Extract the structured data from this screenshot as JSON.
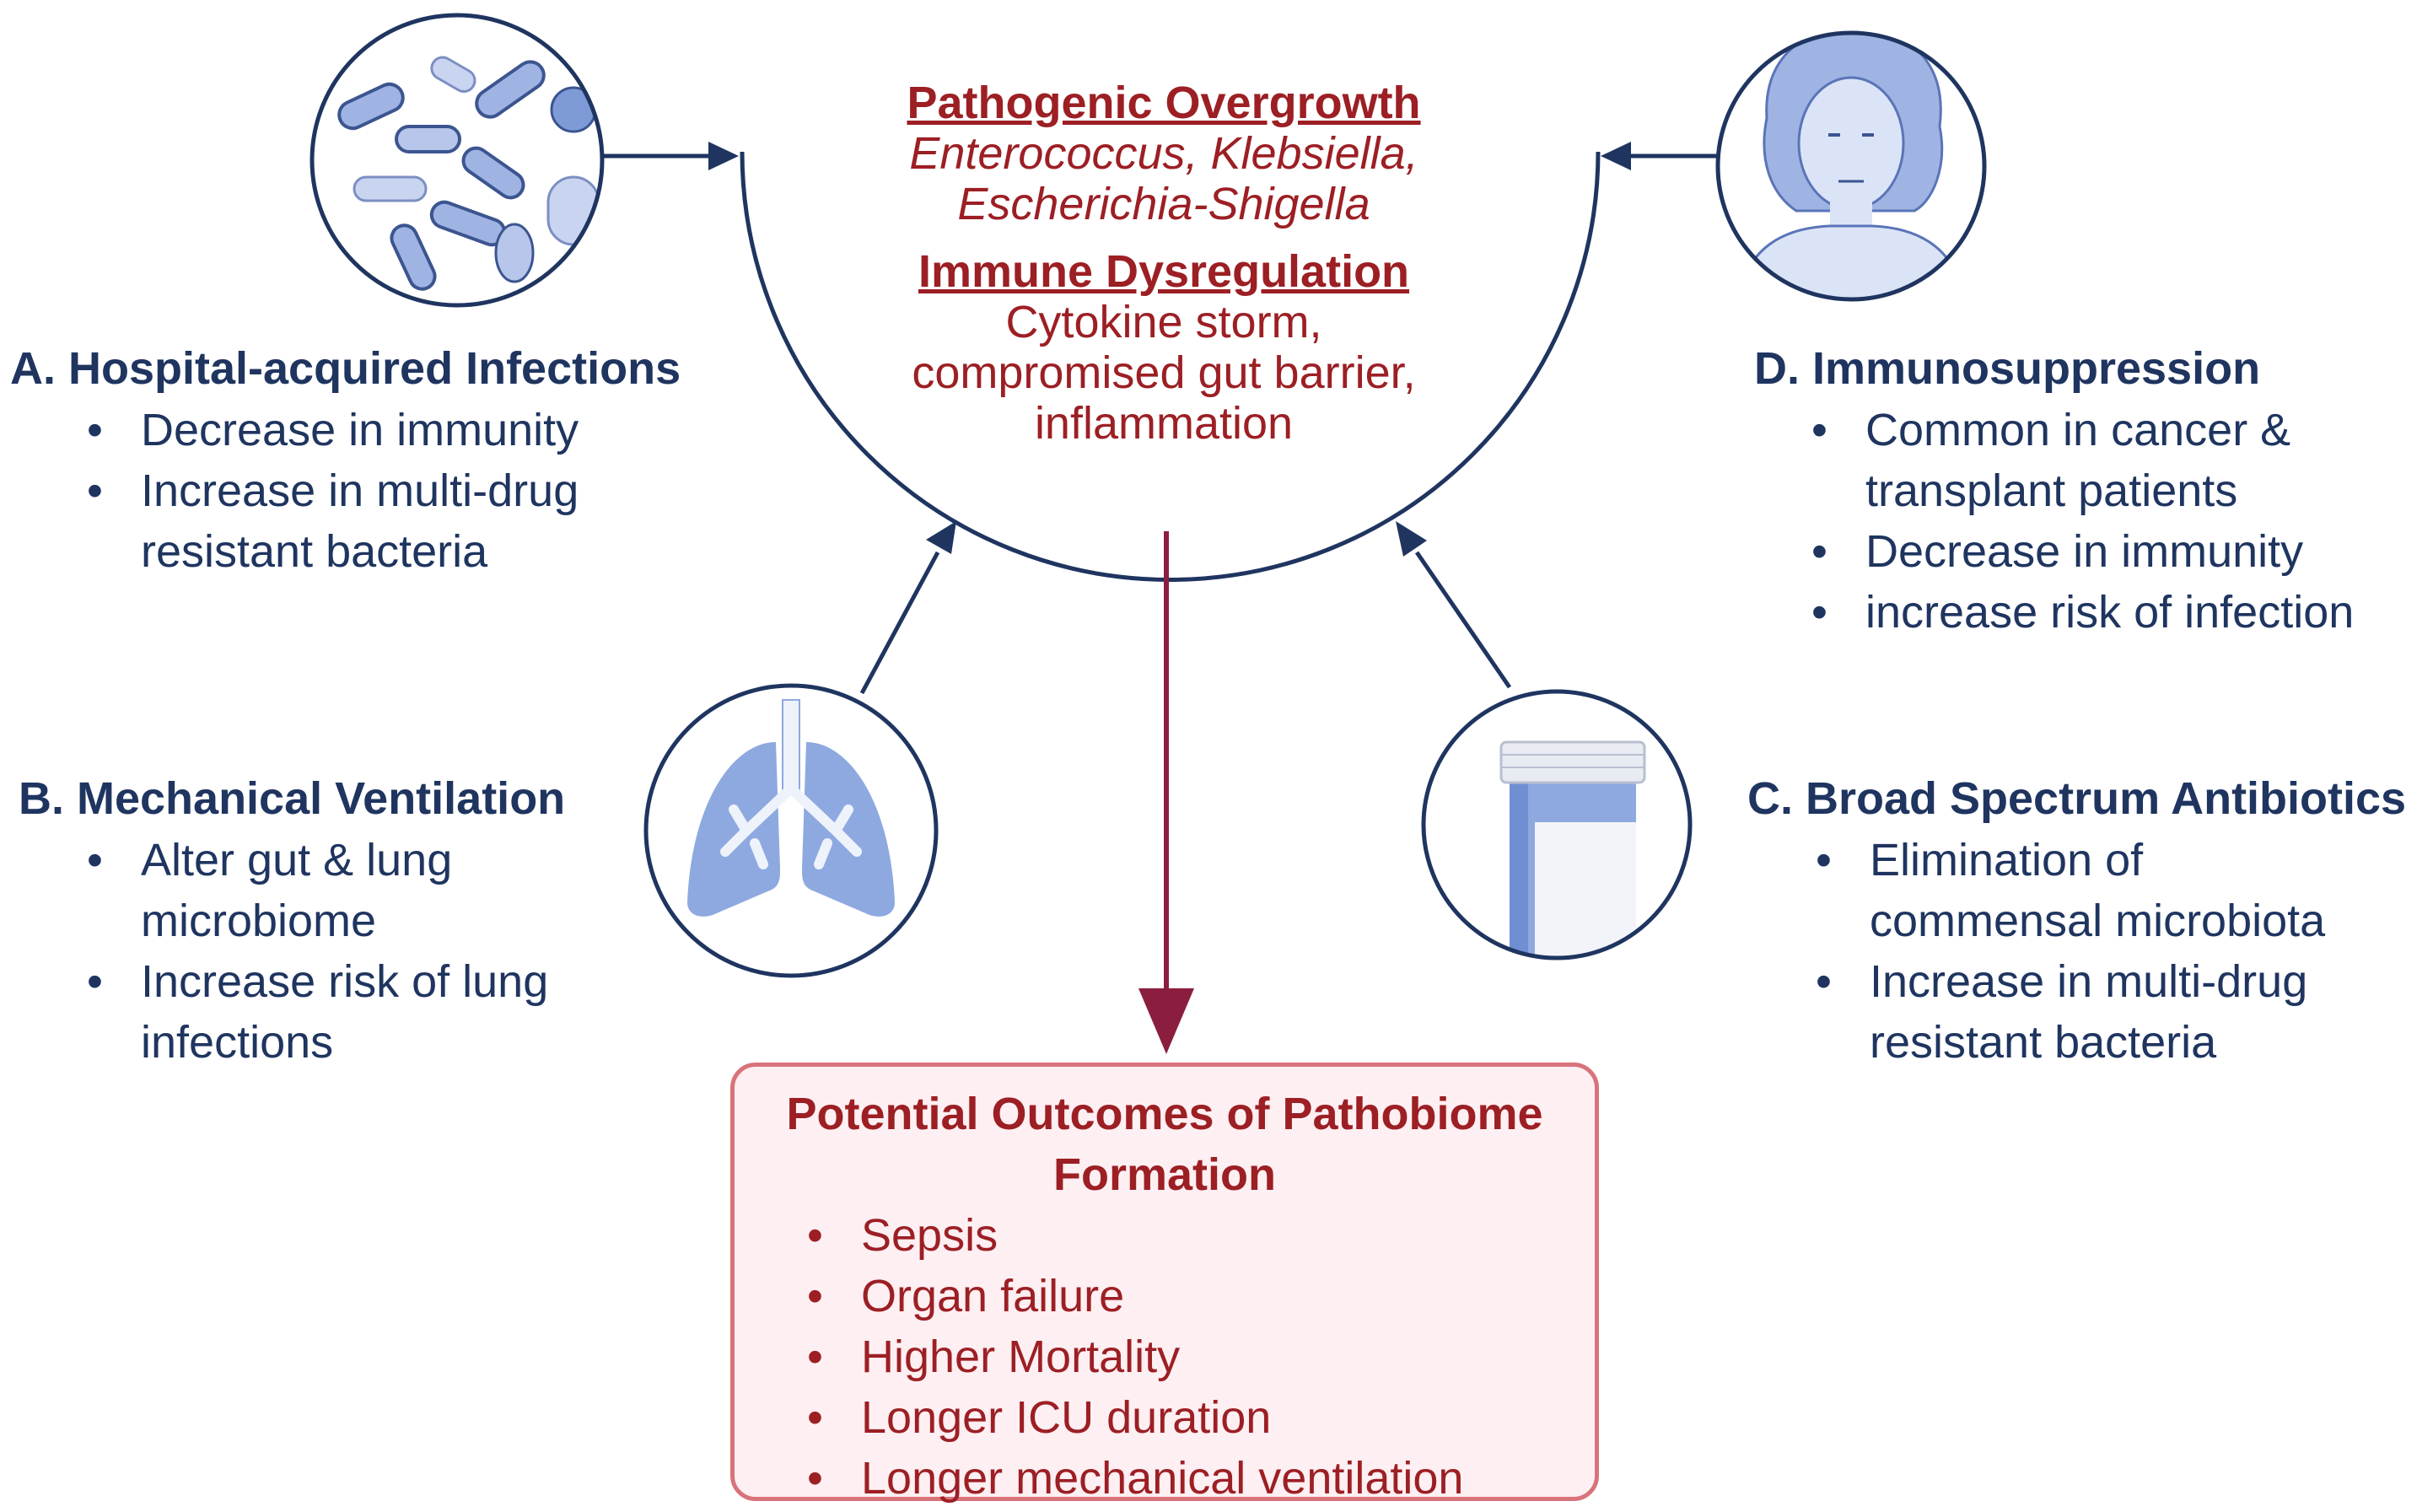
{
  "center": {
    "title1": "Pathogenic Overgrowth",
    "line1": "Enterococcus, Klebsiella,",
    "line2": "Escherichia-Shigella",
    "title2": "Immune Dysregulation",
    "line3": "Cytokine storm,",
    "line4": "compromised gut barrier,",
    "line5": "inflammation"
  },
  "panels": {
    "a": {
      "heading": "A. Hospital-acquired Infections",
      "bullets": [
        "Decrease in immunity",
        "Increase in multi-drug",
        "resistant bacteria"
      ]
    },
    "b": {
      "heading": "B. Mechanical Ventilation",
      "bullets": [
        "Alter gut & lung",
        "microbiome",
        "Increase risk of lung",
        "infections"
      ]
    },
    "c": {
      "heading": "C. Broad Spectrum Antibiotics",
      "bullets": [
        "Elimination of",
        "commensal microbiota",
        "Increase in multi-drug",
        "resistant bacteria"
      ]
    },
    "d": {
      "heading": "D. Immunosuppression",
      "bullets": [
        "Common in cancer &",
        "transplant patients",
        "Decrease in immunity",
        "increase risk of infection"
      ]
    }
  },
  "outcomes": {
    "heading1": "Potential Outcomes of Pathobiome",
    "heading2": "Formation",
    "items": [
      "Sepsis",
      "Organ failure",
      "Higher Mortality",
      "Longer ICU duration",
      "Longer mechanical ventilation"
    ]
  },
  "colors": {
    "navy": "#1f3560",
    "red": "#9c1f24",
    "arrow_red": "#8b1e3f",
    "box_border": "#d9737b",
    "box_fill": "#fdeff2",
    "icon_blue": "#8ea9e0"
  },
  "icons": [
    "bacteria-icon",
    "person-icon",
    "lungs-icon",
    "pill-bottle-icon"
  ]
}
